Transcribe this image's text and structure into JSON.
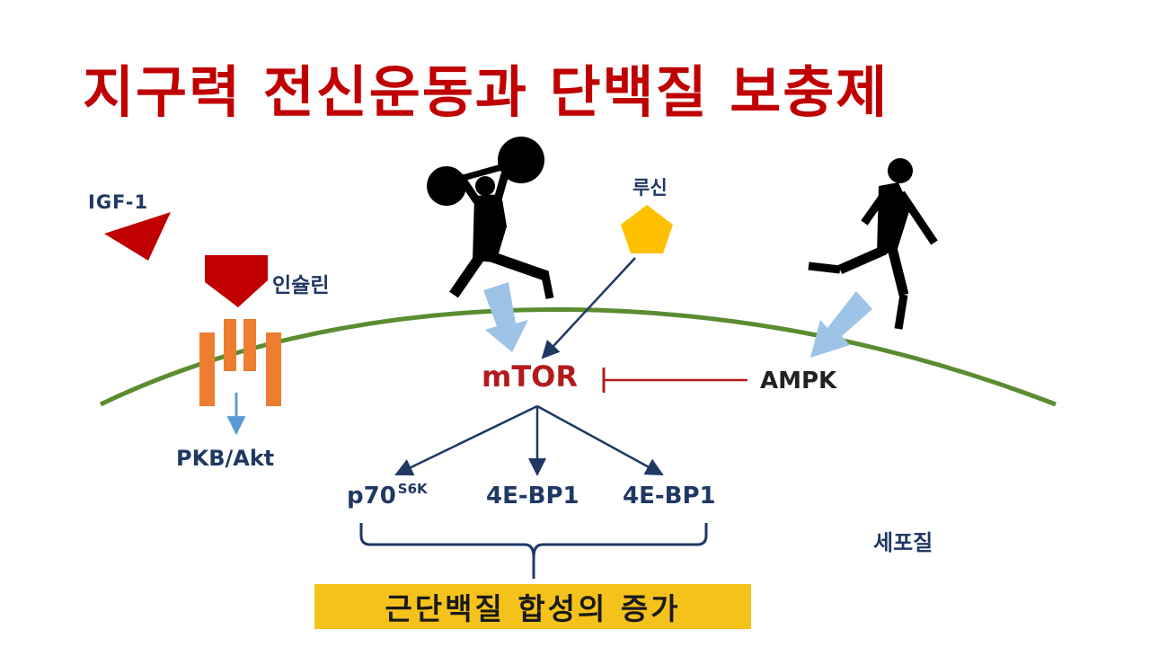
{
  "title": "지구력 전신운동과 단백질 보충제",
  "labels": {
    "igf1": "IGF-1",
    "insulin": "인슐린",
    "pkb_akt": "PKB/Akt",
    "leucine": "루신",
    "mtor": "mTOR",
    "ampk": "AMPK",
    "p70": "p70",
    "p70_sup": "S6K",
    "bp1_a": "4E-BP1",
    "bp1_b": "4E-BP1",
    "cytoplasm": "세포질"
  },
  "result_banner": "근단백질 합성의 증가",
  "colors": {
    "title": "#c00000",
    "label": "#1f3864",
    "mtor": "#b31b1b",
    "membrane": "#5b8c32",
    "receptor": "#ed7d31",
    "ligand": "#c00000",
    "leucine": "#ffc000",
    "flow_arrow": "#9dc3e6",
    "banner": "#f5c21b",
    "silhouette": "#000000"
  }
}
